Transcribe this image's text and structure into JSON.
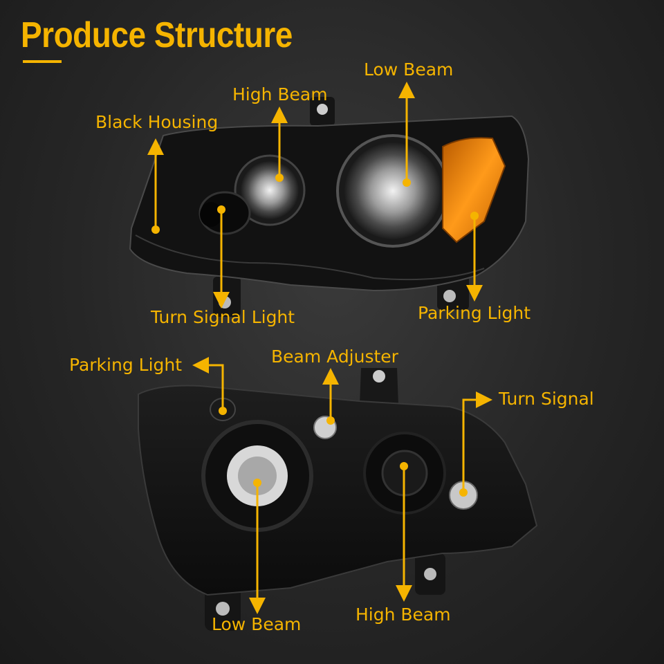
{
  "title": "Produce Structure",
  "front_view": {
    "labels": {
      "black_housing": "Black Housing",
      "high_beam": "High Beam",
      "low_beam": "Low Beam",
      "turn_signal_light": "Turn Signal Light",
      "parking_light": "Parking Light"
    }
  },
  "rear_view": {
    "labels": {
      "parking_light": "Parking Light",
      "beam_adjuster": "Beam Adjuster",
      "turn_signal": "Turn Signal",
      "low_beam": "Low Beam",
      "high_beam": "High Beam"
    }
  },
  "colors": {
    "accent": "#f5b400",
    "background": "#262626",
    "housing": "#111111",
    "amber_lens": "#e07a00"
  }
}
